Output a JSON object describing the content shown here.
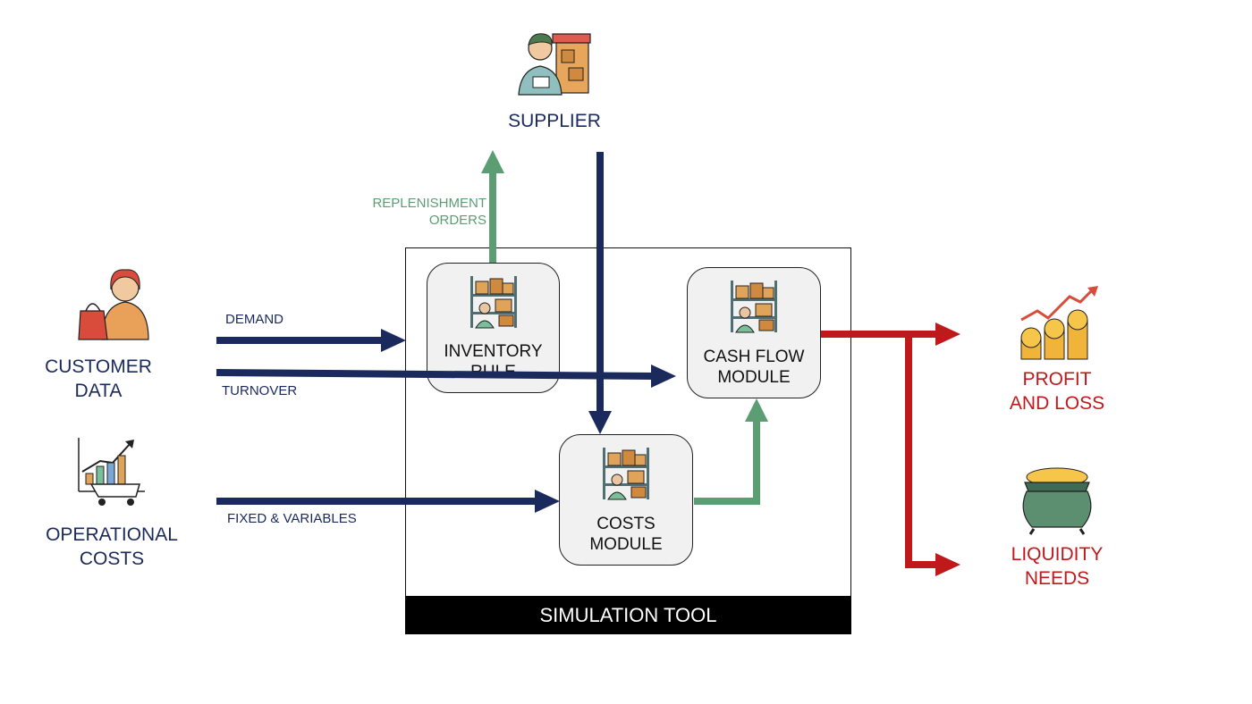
{
  "supplier": {
    "label": "SUPPLIER"
  },
  "customer": {
    "label_line1": "CUSTOMER",
    "label_line2": "DATA"
  },
  "operational": {
    "label_line1": "OPERATIONAL",
    "label_line2": "COSTS"
  },
  "flows": {
    "demand": "DEMAND",
    "turnover": "TURNOVER",
    "fixed_variables": "FIXED & VARIABLES",
    "replenishment_line1": "REPLENISHMENT",
    "replenishment_line2": "ORDERS"
  },
  "modules": {
    "inventory": {
      "line1": "INVENTORY",
      "line2": "RULE"
    },
    "cashflow": {
      "line1": "CASH FLOW",
      "line2": "MODULE"
    },
    "costs": {
      "line1": "COSTS",
      "line2": "MODULE"
    }
  },
  "tool": {
    "label": "SIMULATION TOOL"
  },
  "outputs": {
    "profit": {
      "line1": "PROFIT",
      "line2": "AND LOSS"
    },
    "liquidity": {
      "line1": "LIQUIDITY",
      "line2": "NEEDS"
    }
  },
  "colors": {
    "navy": "#1b2a5c",
    "green": "#5c9d74",
    "red": "#c0191c"
  },
  "icons": [
    "supplier-icon",
    "customer-icon",
    "operational-costs-icon",
    "warehouse-icon",
    "profit-coins-icon",
    "money-pot-icon"
  ]
}
